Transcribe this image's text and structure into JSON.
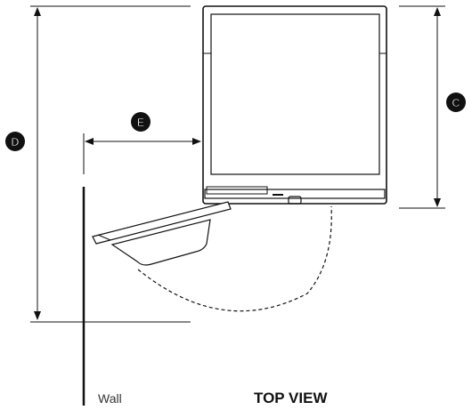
{
  "labels": {
    "dimension_c": "C",
    "dimension_d": "D",
    "dimension_e": "E",
    "wall": "Wall",
    "view_title": "TOP VIEW"
  },
  "colors": {
    "line": "#111111",
    "badge_fill": "#111111",
    "badge_text": "#ffffff",
    "background": "#ffffff"
  }
}
